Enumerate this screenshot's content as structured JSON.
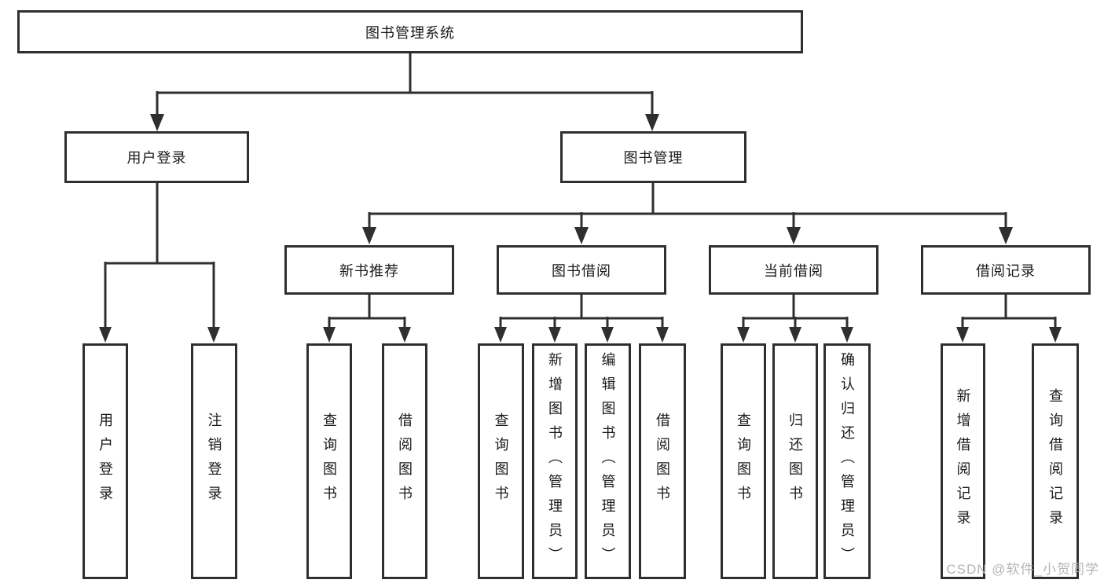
{
  "diagram": {
    "root": "图书管理系统",
    "user_login_branch": {
      "label": "用户登录",
      "items": [
        "用户登录",
        "注销登录"
      ]
    },
    "book_mgmt_branch": {
      "label": "图书管理",
      "sections": {
        "new_books": {
          "label": "新书推荐",
          "items": [
            "查询图书",
            "借阅图书"
          ]
        },
        "book_borrow": {
          "label": "图书借阅",
          "items": [
            "查询图书",
            "新增图书（管理员）",
            "编辑图书（管理员）",
            "借阅图书"
          ]
        },
        "current_borrow": {
          "label": "当前借阅",
          "items": [
            "查询图书",
            "归还图书",
            "确认归还（管理员）"
          ]
        },
        "borrow_records": {
          "label": "借阅记录",
          "items": [
            "新增借阅记录",
            "查询借阅记录"
          ]
        }
      }
    }
  },
  "watermark": {
    "text": "CSDN @软件_小贺同学"
  },
  "colors": {
    "line": "#2f2f2f",
    "text": "#1a1a1a",
    "watermark": "#b5b5b5",
    "background": "#ffffff"
  }
}
